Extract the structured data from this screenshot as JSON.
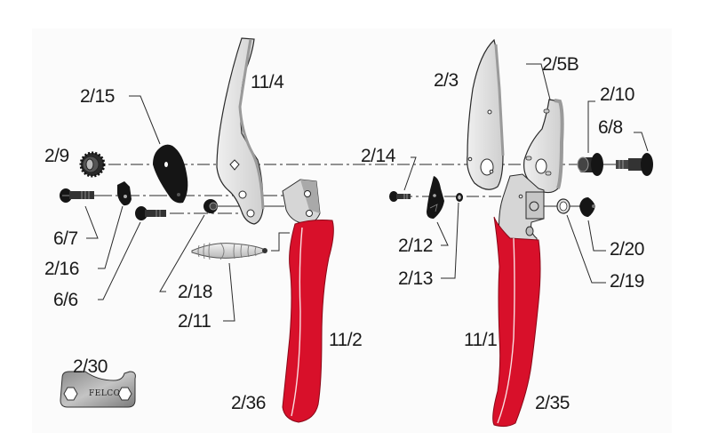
{
  "diagram": {
    "title": "Pruning shears exploded parts diagram",
    "brand_mark": "FELCO",
    "colors": {
      "handle_red": "#d8102a",
      "metal_light": "#dcdcdc",
      "metal_shadow": "#a9a9a9",
      "dark_parts": "#151515",
      "line": "#2a2a2a",
      "label": "#1a1a1a"
    },
    "parts": [
      {
        "id": "11/4",
        "label": "11/4",
        "description": "anvil/counter blade (left assembly)"
      },
      {
        "id": "2/15",
        "label": "2/15",
        "description": "dark plate"
      },
      {
        "id": "2/9",
        "label": "2/9",
        "description": "toothed adjusting nut"
      },
      {
        "id": "6/7",
        "label": "6/7",
        "description": "screw"
      },
      {
        "id": "2/16",
        "label": "2/16",
        "description": "small catch"
      },
      {
        "id": "6/6",
        "label": "6/6",
        "description": "screw"
      },
      {
        "id": "2/18",
        "label": "2/18",
        "description": "bushing"
      },
      {
        "id": "2/11",
        "label": "2/11",
        "description": "spring"
      },
      {
        "id": "11/2",
        "label": "11/2",
        "description": "lower handle (red)"
      },
      {
        "id": "2/36",
        "label": "2/36",
        "description": "handle coating"
      },
      {
        "id": "2/30",
        "label": "2/30",
        "description": "wrench"
      },
      {
        "id": "2/3",
        "label": "2/3",
        "description": "cutting blade"
      },
      {
        "id": "2/5B",
        "label": "2/5B",
        "description": "upper handle head"
      },
      {
        "id": "2/10",
        "label": "2/10",
        "description": "nut"
      },
      {
        "id": "6/8",
        "label": "6/8",
        "description": "bolt"
      },
      {
        "id": "2/14",
        "label": "2/14",
        "description": "screw"
      },
      {
        "id": "2/12",
        "label": "2/12",
        "description": "latch"
      },
      {
        "id": "2/13",
        "label": "2/13",
        "description": "washer"
      },
      {
        "id": "2/20",
        "label": "2/20",
        "description": "shock absorber"
      },
      {
        "id": "2/19",
        "label": "2/19",
        "description": "ring"
      },
      {
        "id": "11/1",
        "label": "11/1",
        "description": "upper handle (red)"
      },
      {
        "id": "2/35",
        "label": "2/35",
        "description": "handle coating"
      }
    ],
    "labels": {
      "p11_4": "11/4",
      "p2_15": "2/15",
      "p2_9": "2/9",
      "p6_7": "6/7",
      "p2_16": "2/16",
      "p6_6": "6/6",
      "p2_18": "2/18",
      "p2_11": "2/11",
      "p11_2": "11/2",
      "p2_36": "2/36",
      "p2_30": "2/30",
      "p2_3": "2/3",
      "p2_5B": "2/5B",
      "p2_10": "2/10",
      "p6_8": "6/8",
      "p2_14": "2/14",
      "p2_12": "2/12",
      "p2_13": "2/13",
      "p2_20": "2/20",
      "p2_19": "2/19",
      "p11_1": "11/1",
      "p2_35": "2/35"
    }
  }
}
